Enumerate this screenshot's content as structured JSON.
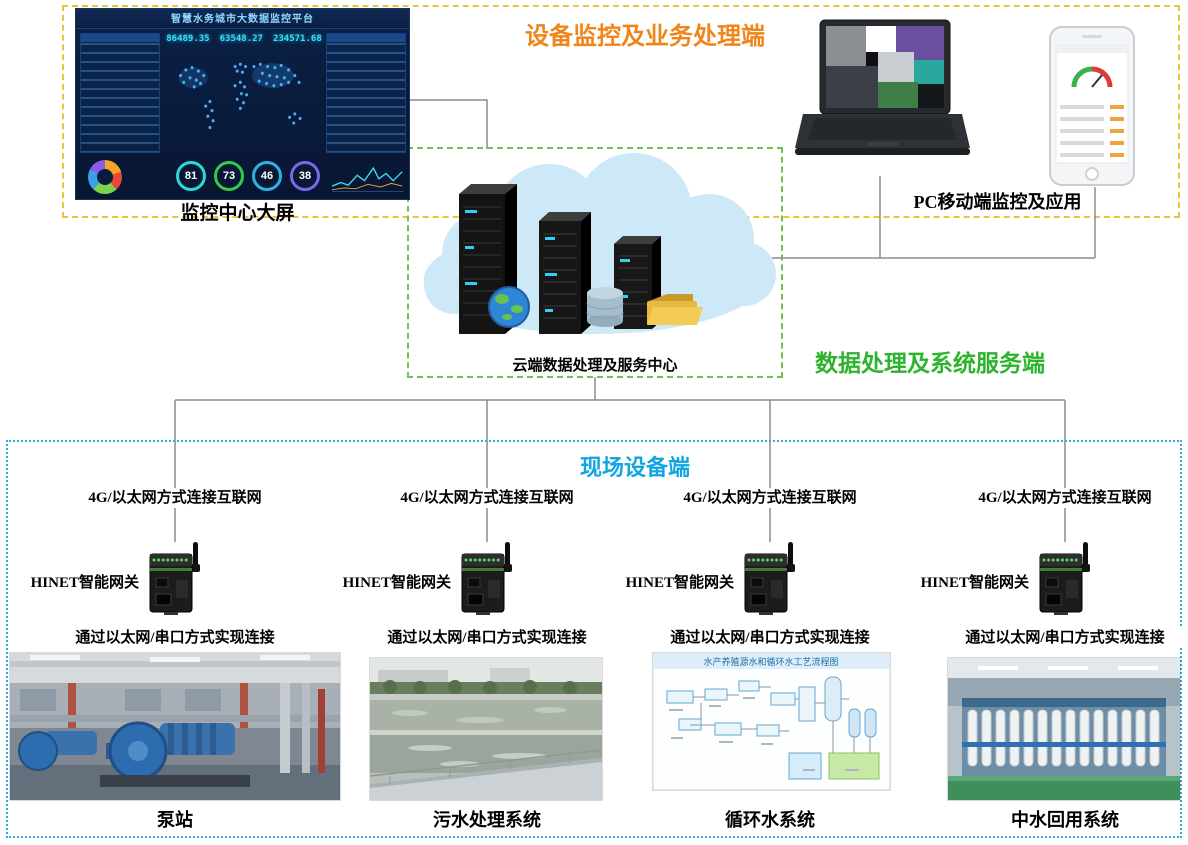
{
  "colors": {
    "top_border": "#e7c63d",
    "top_title": "#f08519",
    "cloud_border": "#71c050",
    "cloud_title": "#2db32d",
    "field_border": "#2aace2",
    "field_title": "#12a5e0",
    "gauge_rings": [
      "#2bd9d9",
      "#35c948",
      "#2bb3e8",
      "#7a68e8"
    ]
  },
  "top_section": {
    "title": "设备监控及业务处理端",
    "dashboard": {
      "label": "监控中心大屏",
      "screen_title": "智慧水务城市大数据监控平台",
      "big_numbers": [
        "86489.35",
        "63548.27",
        "234571.68"
      ],
      "gauges": [
        "81",
        "73",
        "46",
        "38"
      ]
    },
    "devices_label": "PC移动端监控及应用"
  },
  "cloud_section": {
    "label": "云端数据处理及服务中心",
    "side_label": "数据处理及系统服务端"
  },
  "field_section": {
    "title": "现场设备端",
    "columns": [
      {
        "internet_text": "4G/以太网方式连接互联网",
        "gateway_label": "HINET智能网关",
        "link_text": "通过以太网/串口方式实现连接",
        "system_name": "泵站"
      },
      {
        "internet_text": "4G/以太网方式连接互联网",
        "gateway_label": "HINET智能网关",
        "link_text": "通过以太网/串口方式实现连接",
        "system_name": "污水处理系统"
      },
      {
        "internet_text": "4G/以太网方式连接互联网",
        "gateway_label": "HINET智能网关",
        "link_text": "通过以太网/串口方式实现连接",
        "system_name": "循环水系统",
        "photo_title": "水产养殖源水和循环水工艺流程图"
      },
      {
        "internet_text": "4G/以太网方式连接互联网",
        "gateway_label": "HINET智能网关",
        "link_text": "通过以太网/串口方式实现连接",
        "system_name": "中水回用系统"
      }
    ]
  }
}
